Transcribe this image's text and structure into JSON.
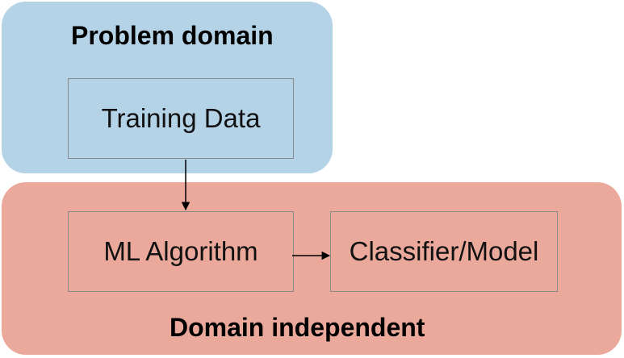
{
  "regions": {
    "problem": {
      "title": "Problem domain",
      "color": "#b5d3e7"
    },
    "independent": {
      "title": "Domain independent",
      "color": "#eba99b"
    }
  },
  "nodes": {
    "training": "Training Data",
    "ml": "ML Algorithm",
    "classifier": "Classifier/Model"
  }
}
